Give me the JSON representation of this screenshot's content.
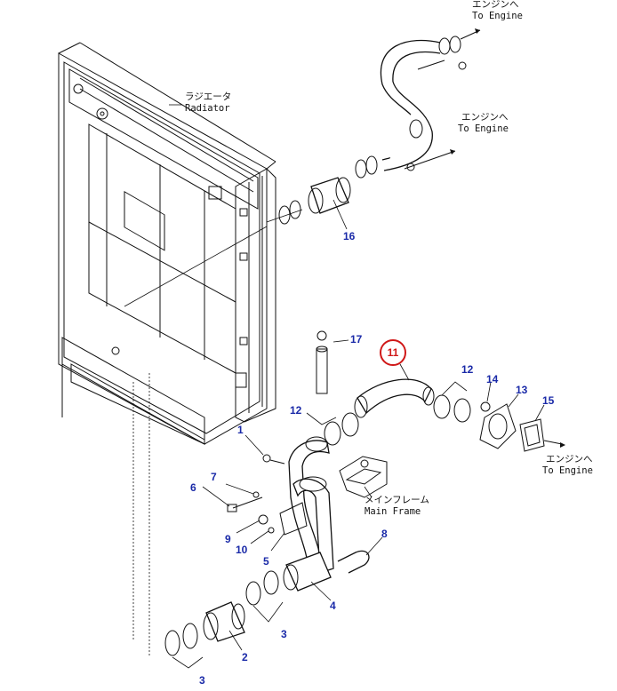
{
  "annotations": {
    "radiator_jp": "ラジエータ",
    "radiator_en": "Radiator",
    "to_engine_jp": "エンジンへ",
    "to_engine_en": "To Engine",
    "main_frame_jp": "メインフレーム",
    "main_frame_en": "Main Frame"
  },
  "callouts": {
    "n1": "1",
    "n2": "2",
    "n3a": "3",
    "n3b": "3",
    "n4": "4",
    "n5": "5",
    "n6": "6",
    "n7": "7",
    "n8": "8",
    "n9": "9",
    "n10": "10",
    "n11": "11",
    "n12a": "12",
    "n12b": "12",
    "n13": "13",
    "n14": "14",
    "n15": "15",
    "n16": "16",
    "n17": "17"
  },
  "colors": {
    "callout_text": "#1a2aa8",
    "highlight_circle": "#d01818",
    "line_art": "#111111"
  },
  "highlighted_part": "11"
}
